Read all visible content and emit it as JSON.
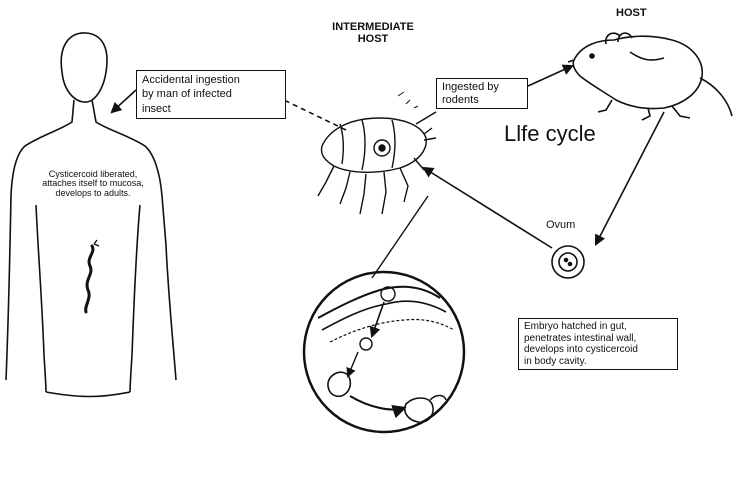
{
  "labels": {
    "intermediate_host": "INTERMEDIATE\nHOST",
    "host": "HOST",
    "life_cycle": "Llfe cycle",
    "ovum": "Ovum",
    "cysticercoid_text": "Cysticercoid liberated,\nattaches itself to mucosa,\ndevelops to adults."
  },
  "boxes": {
    "accidental_ingestion": "Accidental ingestion\nby man of infected\ninsect",
    "ingested_by_rodents": "Ingested by\nrodents",
    "embryo_hatched": "Embryo hatched in gut,\npenetrates intestinal wall,\ndevelops into cysticercoid\nin body cavity."
  }
}
